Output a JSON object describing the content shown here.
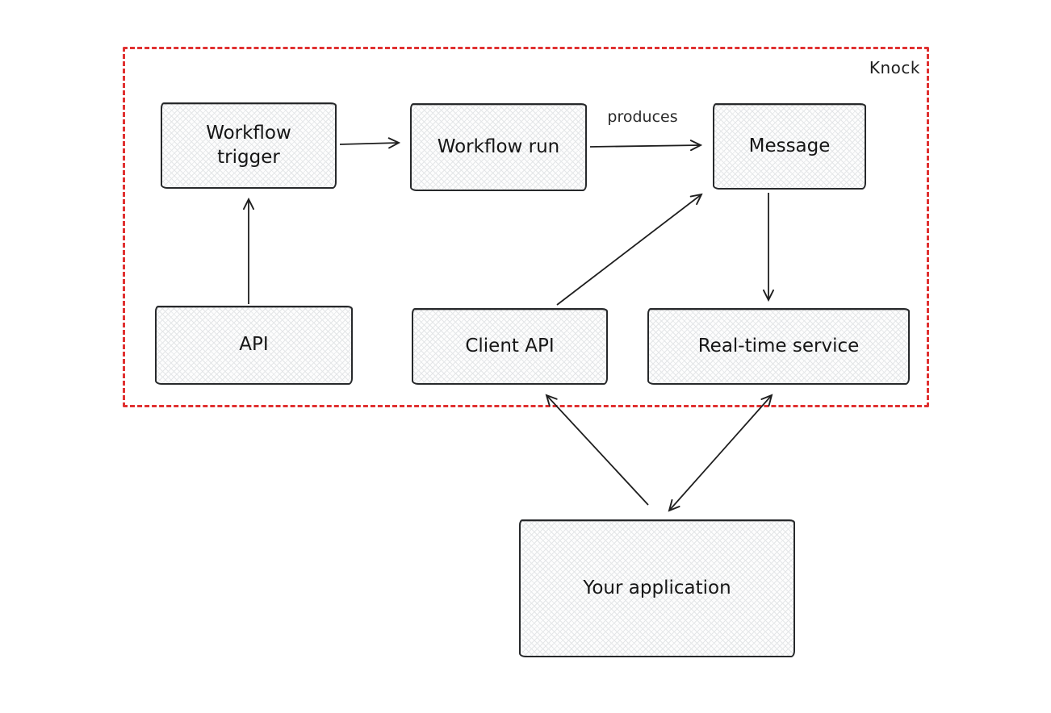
{
  "diagram": {
    "boundary_label": "Knock",
    "nodes": [
      {
        "id": "workflow-trigger",
        "label": "Workflow trigger"
      },
      {
        "id": "workflow-run",
        "label": "Workflow run"
      },
      {
        "id": "message",
        "label": "Message"
      },
      {
        "id": "api",
        "label": "API"
      },
      {
        "id": "client-api",
        "label": "Client API"
      },
      {
        "id": "realtime-service",
        "label": "Real-time service"
      },
      {
        "id": "your-application",
        "label": "Your application"
      }
    ],
    "edges": [
      {
        "from": "workflow-trigger",
        "to": "workflow-run",
        "label": "",
        "bidirectional": false
      },
      {
        "from": "workflow-run",
        "to": "message",
        "label": "produces",
        "bidirectional": false
      },
      {
        "from": "api",
        "to": "workflow-trigger",
        "label": "",
        "bidirectional": false
      },
      {
        "from": "client-api",
        "to": "message",
        "label": "",
        "bidirectional": false
      },
      {
        "from": "message",
        "to": "realtime-service",
        "label": "",
        "bidirectional": false
      },
      {
        "from": "your-application",
        "to": "client-api",
        "label": "",
        "bidirectional": false
      },
      {
        "from": "your-application",
        "to": "realtime-service",
        "label": "",
        "bidirectional": true
      }
    ],
    "colors": {
      "boundary": "#e03131",
      "stroke": "#1e1e1e",
      "hatch": "#e4e6e8",
      "background": "#ffffff"
    }
  }
}
